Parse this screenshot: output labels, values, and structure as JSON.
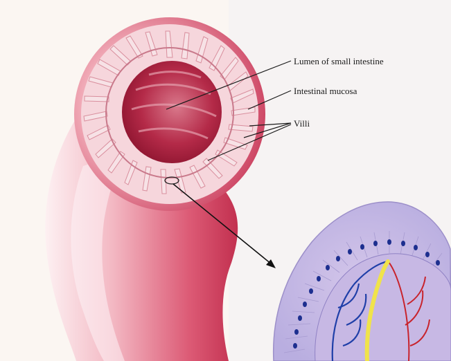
{
  "labels": {
    "lumen": "Lumen of small intestine",
    "mucosa": "Intestinal mucosa",
    "villi": "Villi"
  },
  "colors": {
    "page_background": "#fbf6f2",
    "intestine_wall": "#d9506b",
    "lumen_interior": "#b8223f",
    "mucosa_ring": "#f2c7cd",
    "villus_epithelium": "#c9c2e6",
    "vein": "#1f3fa8",
    "artery": "#c8232c",
    "lacteal": "#f0e34a"
  }
}
